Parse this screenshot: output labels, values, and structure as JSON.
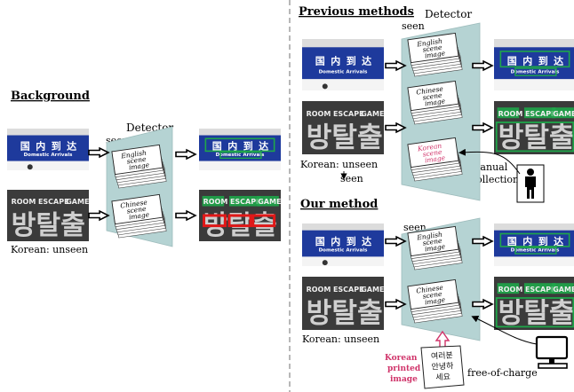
{
  "left": {
    "heading": "Background",
    "detector_label": "Detector",
    "seen_label": "seen",
    "korean_caption": "Korean: unseen"
  },
  "prev": {
    "heading": "Previous methods",
    "detector_label": "Detector",
    "seen_label": "seen",
    "korean_caption": "Korean: unseen",
    "seen_after": "seen",
    "manual_label": "manual",
    "collection_label": "collection",
    "plus_sign": "+"
  },
  "ours": {
    "heading": "Our method",
    "seen_label": "seen",
    "korean_caption": "Korean: unseen",
    "free_label": "free-of-charge",
    "korean_printed": [
      "Korean",
      "printed",
      "image"
    ]
  },
  "stacks": {
    "english": [
      "English",
      "scene",
      "image"
    ],
    "chinese": [
      "Chinese",
      "scene",
      "image"
    ],
    "korean": [
      "Korean",
      "scene",
      "image"
    ]
  },
  "sign_blue": {
    "cn": [
      "国",
      "内",
      "到",
      "达"
    ],
    "en": [
      "Domestic",
      "Arrivals"
    ]
  },
  "sign_dark": {
    "top": [
      "ROOM",
      "ESCAPE",
      "GAME"
    ],
    "kr": "방탈출"
  },
  "paper_text": [
    "여러분",
    "안녕하",
    "세요"
  ],
  "colors": {
    "detect_green": "#1fa64a",
    "miss_red": "#e01818",
    "korean_pink": "#d0346a",
    "trapezoid": "#b5d3d3",
    "sign_blue": "#1e3a9c"
  }
}
